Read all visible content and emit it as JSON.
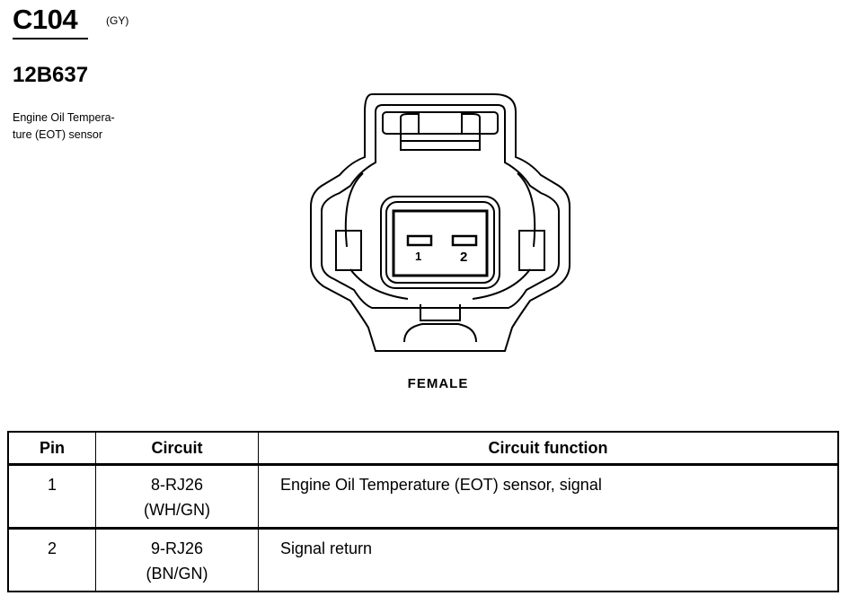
{
  "header": {
    "connector_id": "C104",
    "color_code": "(GY)",
    "part_number": "12B637",
    "description_line1": "Engine Oil Tempera-",
    "description_line2": "ture (EOT) sensor"
  },
  "diagram": {
    "pin_labels": [
      "1",
      "2"
    ],
    "gender_label": "FEMALE"
  },
  "table": {
    "headers": {
      "pin": "Pin",
      "circuit": "Circuit",
      "function": "Circuit function"
    },
    "rows": [
      {
        "pin": "1",
        "circuit": "8-RJ26",
        "wire_color": "(WH/GN)",
        "function": "Engine Oil Temperature (EOT) sensor, signal"
      },
      {
        "pin": "2",
        "circuit": "9-RJ26",
        "wire_color": "(BN/GN)",
        "function": "Signal return"
      }
    ]
  }
}
